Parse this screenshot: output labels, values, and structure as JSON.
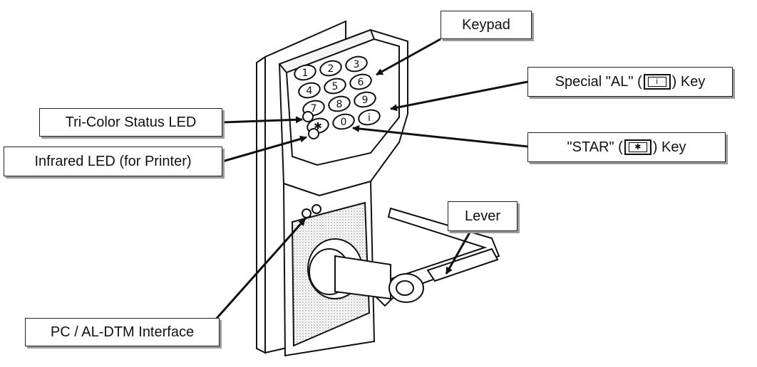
{
  "labels": {
    "keypad": "Keypad",
    "al_key_prefix": "Special \"AL\" (",
    "al_key_suffix": ") Key",
    "al_key_glyph": "i",
    "tri_color": "Tri-Color Status LED",
    "star_key_prefix": "\"STAR\" (",
    "star_key_suffix": ") Key",
    "star_key_glyph": "✱",
    "infrared": "Infrared LED (for Printer)",
    "lever": "Lever",
    "pc_interface": "PC / AL-DTM Interface"
  },
  "keypad_keys": [
    "1",
    "2",
    "3",
    "4",
    "5",
    "6",
    "7",
    "8",
    "9",
    "✱",
    "0",
    "i"
  ]
}
